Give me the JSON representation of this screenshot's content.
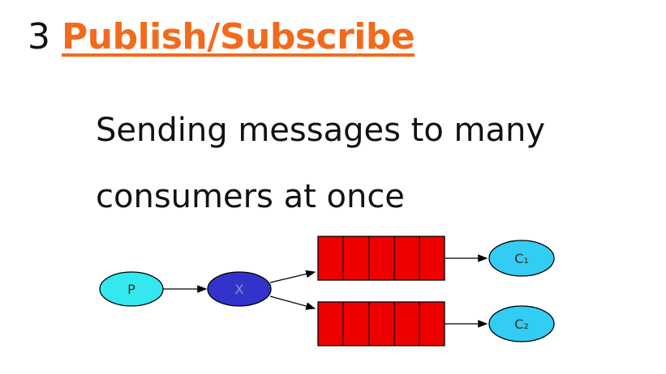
{
  "title": {
    "number": "3",
    "link_text": "Publish/Subscribe"
  },
  "subtitle": {
    "line1": "Sending messages to many",
    "line2": "consumers at once"
  },
  "diagram": {
    "producer_label": "P",
    "exchange_label": "X",
    "consumer1_label": "C₁",
    "consumer2_label": "C₂",
    "colors": {
      "producer": "#33e8ef",
      "exchange": "#3333cc",
      "queue": "#ee0000",
      "consumer": "#33ccf2",
      "title_link": "#f26b1d"
    }
  }
}
